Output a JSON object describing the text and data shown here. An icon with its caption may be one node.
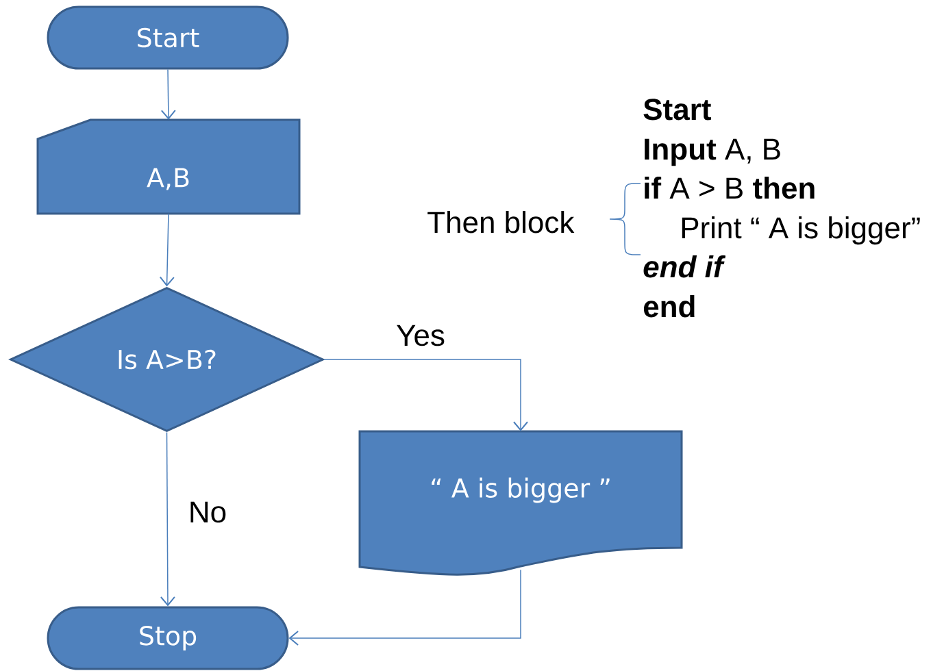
{
  "diagram": {
    "nodes": [
      {
        "text": [
          "Start"
        ]
      },
      {
        "text": [
          "A,B"
        ]
      },
      {
        "text": [
          "Is A>B?"
        ]
      },
      {
        "text": [
          "“ A is bigger ”"
        ]
      },
      {
        "text": [
          "Stop"
        ]
      }
    ],
    "edges": [
      {
        "from": 0,
        "to": 1,
        "arrow": "to"
      },
      {
        "from": 1,
        "to": 2,
        "arrow": "to"
      },
      {
        "from": 2,
        "to": 3,
        "arrow": "to",
        "label": "Yes"
      },
      {
        "from": 2,
        "to": 4,
        "arrow": "to",
        "label": "No"
      },
      {
        "from": 3,
        "to": 4,
        "arrow": "to"
      }
    ],
    "labels": [
      "Start",
      "**Input** A, B",
      "**if** A > B **then**",
      "Then block",
      "Print “ A is bigger”",
      "end if",
      "end"
    ]
  }
}
